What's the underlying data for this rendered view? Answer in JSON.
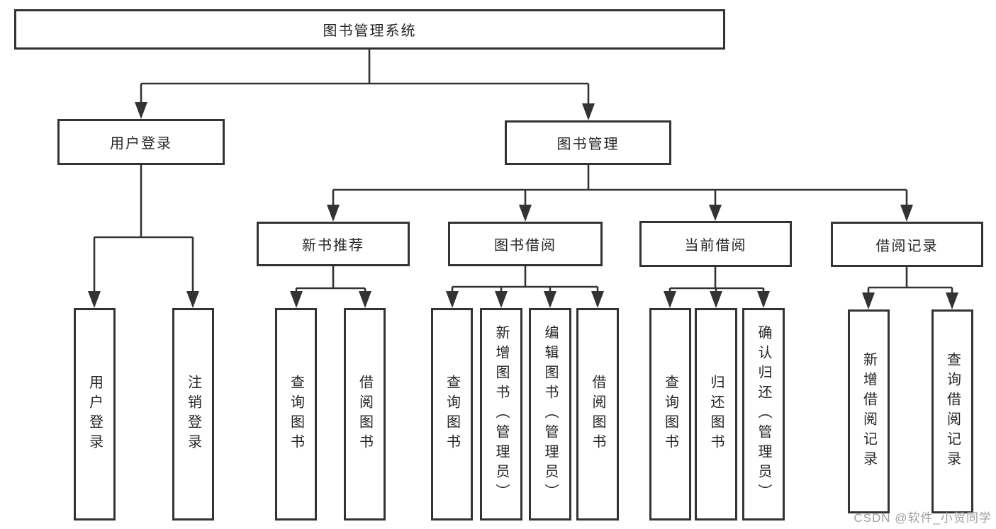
{
  "colors": {
    "line": "#333333",
    "border": "#333333",
    "text": "#262626",
    "background": "#ffffff",
    "watermark": "#a0a0a0"
  },
  "watermark": {
    "text": "CSDN @软件_小贺同学"
  },
  "nodes": {
    "root": {
      "label": "图书管理系统"
    },
    "level2": [
      {
        "label": "用户登录"
      },
      {
        "label": "图书管理"
      }
    ],
    "level3": [
      {
        "label": "新书推荐"
      },
      {
        "label": "图书借阅"
      },
      {
        "label": "当前借阅"
      },
      {
        "label": "借阅记录"
      }
    ],
    "leaves": [
      {
        "label": "用户登录"
      },
      {
        "label": "注销登录"
      },
      {
        "label": "查询图书"
      },
      {
        "label": "借阅图书"
      },
      {
        "label": "查询图书"
      },
      {
        "label": "新增图书（管理员）"
      },
      {
        "label": "编辑图书（管理员）"
      },
      {
        "label": "借阅图书"
      },
      {
        "label": "查询图书"
      },
      {
        "label": "归还图书"
      },
      {
        "label": "确认归还（管理员）"
      },
      {
        "label": "新增借阅记录"
      },
      {
        "label": "查询借阅记录"
      }
    ]
  }
}
